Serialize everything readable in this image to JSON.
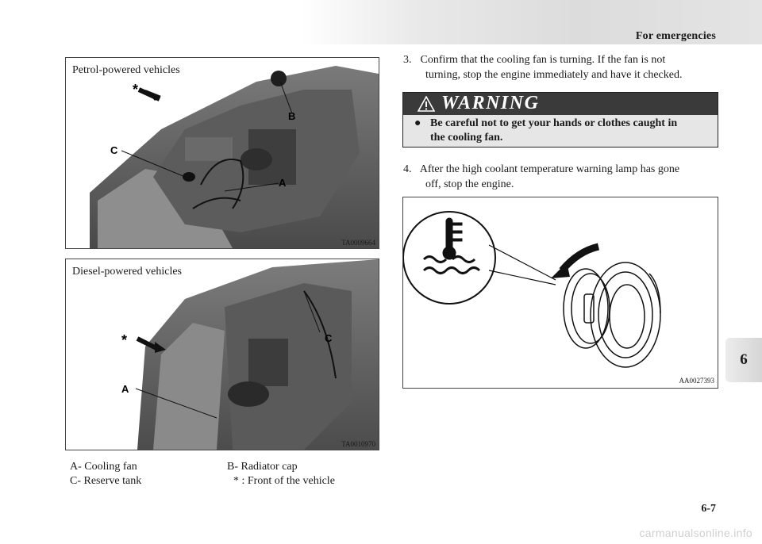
{
  "header": {
    "title": "For emergencies"
  },
  "side_tab": {
    "label": "6"
  },
  "page": {
    "number": "6-7"
  },
  "watermark": "carmanualsonline.info",
  "figures": {
    "petrol": {
      "caption": "Petrol-powered vehicles",
      "code": "TA0009664",
      "labels": {
        "a": "A",
        "b": "B",
        "c": "C",
        "star": "*"
      }
    },
    "diesel": {
      "caption": "Diesel-powered vehicles",
      "code": "TA0010970",
      "labels": {
        "a": "A",
        "c": "C",
        "star": "*"
      }
    },
    "gauge": {
      "code": "AA0027393"
    }
  },
  "legend": {
    "a": "A- Cooling fan",
    "b": "B- Radiator cap",
    "c": "C- Reserve tank",
    "star": "* : Front of the vehicle"
  },
  "steps": [
    {
      "number": "3.",
      "text_first": "Confirm that the cooling fan is turning. If the fan is not",
      "text_rest": "turning, stop the engine immediately and have it checked."
    },
    {
      "number": "4.",
      "text_first": "After the high coolant temperature warning lamp has gone",
      "text_rest": "off, stop the engine."
    }
  ],
  "warning": {
    "title": "WARNING",
    "bullet": "●",
    "text_line1": "Be careful not to get your hands or clothes caught in",
    "text_line2": "the cooling fan."
  }
}
